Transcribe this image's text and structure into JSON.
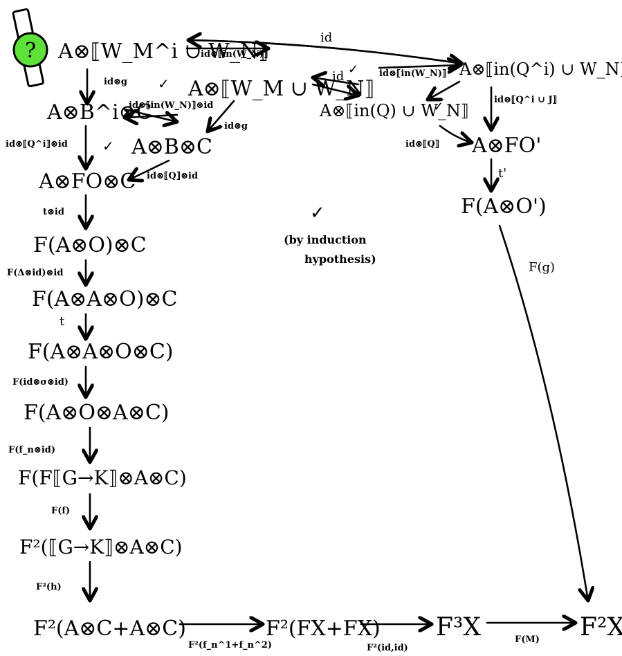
{
  "badge": {
    "symbol": "?",
    "color": "#5ee23a"
  },
  "nodes": {
    "n1": "A⊗⟦W_M^i ∪ W_N⟧",
    "n2": "A⊗⟦W_M ∪ W_N⟧",
    "n3": "A⊗⟦in(Q^i) ∪ W_N⟧",
    "n4": "A⊗⟦in(Q) ∪ W_N⟧",
    "n5": "A⊗B^i⊗C",
    "n6": "A⊗B⊗C",
    "n7": "A⊗FO'",
    "n8": "A⊗FO⊗C",
    "n9": "F(A⊗O')",
    "n10": "F(A⊗O)⊗C",
    "n11": "F(A⊗A⊗O)⊗C",
    "n12": "F(A⊗A⊗O⊗C)",
    "n13": "F(A⊗O⊗A⊗C)",
    "n14": "F(F⟦G→K⟧⊗A⊗C)",
    "n15": "F²(⟦G→K⟧⊗A⊗C)",
    "n16": "F²(A⊗C+A⊗C)",
    "n17": "F²(FX+FX)",
    "n18": "F³X",
    "n19": "F²X"
  },
  "edge_labels": {
    "id_top": "id",
    "e1": "id⊗⟦in(W_N)⟧",
    "e2": "id⊗g",
    "e3": "id⊗⟦in(W_N)⟧⊗id",
    "e4": "id⊗g",
    "e5": "id",
    "e6": "id⊗⟦in(W_N)⟧",
    "e7": "id⊗⟦Q^i ∪ J⟧",
    "e8": "id⊗⟦Q^i⟧⊗id",
    "e9": "id⊗⟦Q⟧⊗id",
    "e10": "id⊗⟦Q⟧",
    "e11": "t'",
    "e12": "t⊗id",
    "e13": "F(Δ⊗id)⊗id",
    "e14": "t",
    "e15": "F(id⊗σ⊗id)",
    "e16": "F(f_n⊗id)",
    "e17": "F(f)",
    "e18": "F²(h)",
    "e19": "F(g)",
    "e20": "F²(f_n^1+f_n^2)",
    "e21": "F²(id,id)",
    "e22": "F(M)"
  },
  "checks": {
    "c1": "✓",
    "c2": "✓",
    "c3": "✓",
    "c4": "✓",
    "c5": "✓",
    "center": "✓",
    "note_line1": "(by induction",
    "note_line2": "hypothesis)"
  }
}
